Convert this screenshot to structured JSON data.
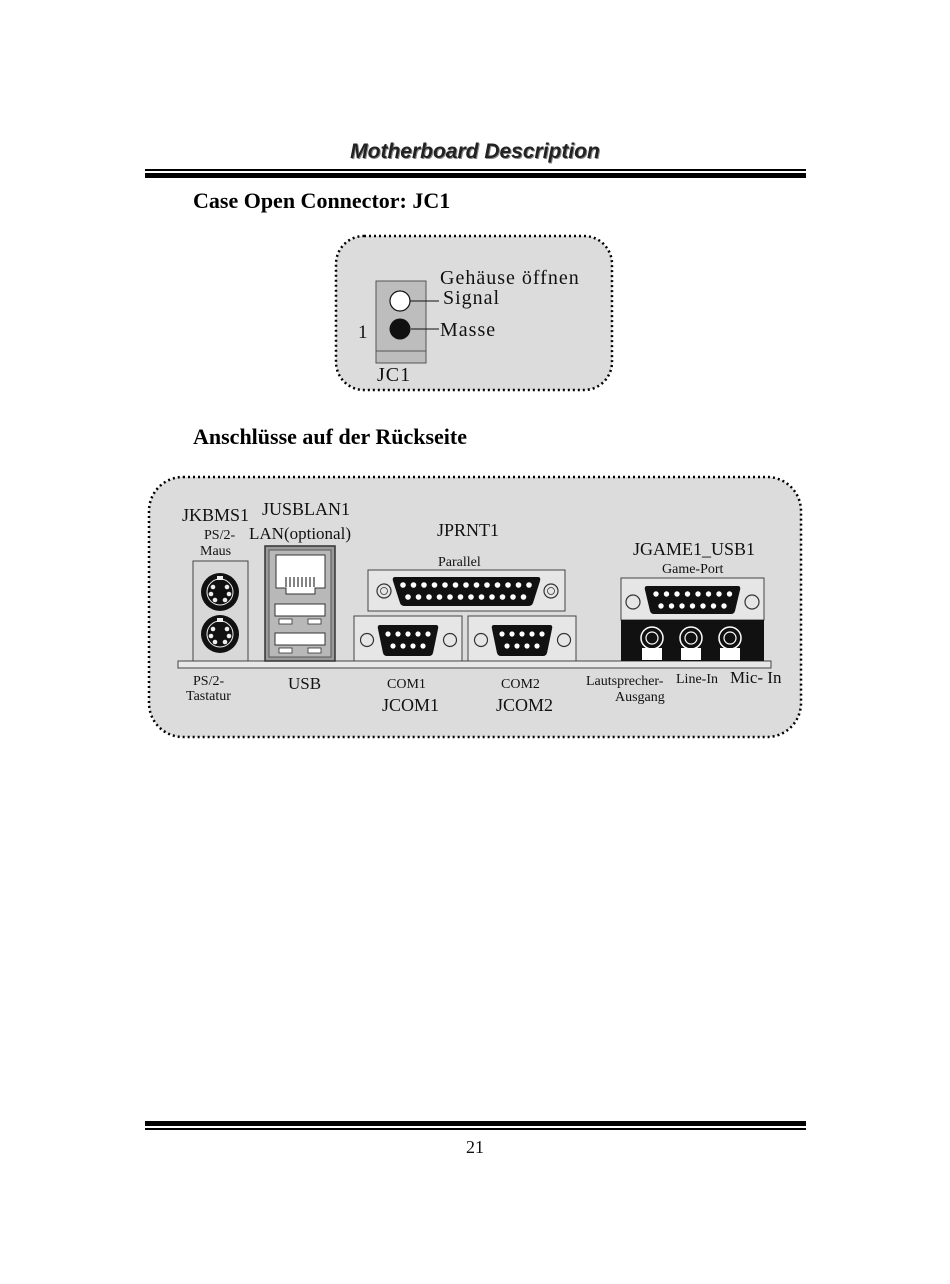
{
  "header": {
    "title": "Motherboard Description"
  },
  "section1": {
    "title": "Case Open Connector: JC1"
  },
  "jc1": {
    "label_line1": "Gehäuse öffnen",
    "label_line2": "Signal",
    "label_ground": "Masse",
    "pin_one": "1",
    "connector_name": "JC1"
  },
  "section2": {
    "title": "Anschlüsse auf der Rückseite"
  },
  "rear": {
    "jkbms1": "JKBMS1",
    "ps2_mouse_line1": "PS/2-",
    "ps2_mouse_line2": "Maus",
    "ps2_kb_line1": "PS/2-",
    "ps2_kb_line2": "Tastatur",
    "jusblan1": "JUSBLAN1",
    "lan": "LAN(optional)",
    "usb": "USB",
    "jprnt1": "JPRNT1",
    "parallel": "Parallel",
    "com1": "COM1",
    "jcom1": "JCOM1",
    "com2": "COM2",
    "jcom2": "JCOM2",
    "jgame1": "JGAME1_USB1",
    "game_port": "Game-Port",
    "speaker_line1": "Lautsprecher-",
    "speaker_line2": "Ausgang",
    "line_in": "Line-In",
    "mic_in": "Mic- In"
  },
  "footer": {
    "page_number": "21"
  }
}
